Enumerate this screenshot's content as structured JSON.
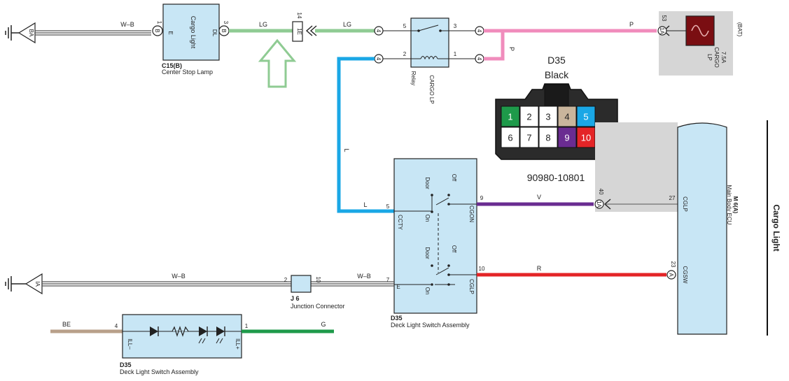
{
  "title": "Cargo Light",
  "colors": {
    "LG": "#8fcb93",
    "L": "#1aa7e6",
    "P": "#f08cbc",
    "V": "#6a2c91",
    "R": "#e42527",
    "G": "#1e9a4a",
    "BE": "#b8a08a",
    "WB": "#555555",
    "component_fill": "#c8e6f5",
    "gray_fill": "#d6d6d6",
    "fuse_fill": "#7a0e12",
    "arrow": "#8fcb93"
  },
  "wires": {
    "lg": "LG",
    "l": "L",
    "p": "P",
    "v": "V",
    "r": "R",
    "g": "G",
    "be": "BE",
    "wb": "W–B"
  },
  "components": {
    "cargo_light": {
      "name": "Cargo Light",
      "id": "C15(B)",
      "desc": "Center Stop Lamp",
      "pin_e": "E",
      "pin_dl": "DL",
      "pin1": "1",
      "pin3": "3",
      "conn": "B"
    },
    "ground_ba": "BA",
    "ground_ia": "IA",
    "connector_14": {
      "num": "14",
      "label": "1E"
    },
    "relay": {
      "name": "CARGO LP",
      "sub": "Relay",
      "pins": [
        "5",
        "3",
        "2",
        "1"
      ]
    },
    "fuse": {
      "rating": "7.5A",
      "name": "CARGO",
      "sub": "LP",
      "bat": "(BAT)",
      "pin": "53",
      "conn": "1A"
    },
    "junction_4": "4",
    "deck_switch": {
      "id": "D35",
      "desc": "Deck Light Switch Assembly",
      "door": "Door",
      "off": "Off",
      "on": "On",
      "cgon": "CGON",
      "cgcty": "CCTY",
      "cglp": "CGLP",
      "e": "E",
      "pins": [
        "5",
        "9",
        "10",
        "7"
      ]
    },
    "junction_j6": {
      "id": "J 6",
      "desc": "Junction Connector",
      "pin2": "2",
      "pin10": "10"
    },
    "ecu": {
      "name": "M 6(A)",
      "desc": "Main Body ECU",
      "cglp": "CGLP",
      "cgsw": "CGSW",
      "pin27": "27",
      "pin23": "23",
      "pin40": "40",
      "conn_a": "A",
      "conn_1a": "1A"
    },
    "deck_illum": {
      "id": "D35",
      "desc": "Deck Light Switch Assembly",
      "ill_minus": "ILL–",
      "ill_plus": "ILL+",
      "pin4": "4",
      "pin1": "1"
    }
  },
  "connector_view": {
    "id": "D35",
    "color": "Black",
    "part": "90980-10801",
    "pins": [
      {
        "n": "1",
        "color": "#1e9a4a"
      },
      {
        "n": "2",
        "color": "#ffffff"
      },
      {
        "n": "3",
        "color": "#ffffff"
      },
      {
        "n": "4",
        "color": "#c9b59c"
      },
      {
        "n": "5",
        "color": "#1aa7e6"
      },
      {
        "n": "6",
        "color": "#ffffff"
      },
      {
        "n": "7",
        "color": "#ffffff"
      },
      {
        "n": "8",
        "color": "#ffffff"
      },
      {
        "n": "9",
        "color": "#6a2c91"
      },
      {
        "n": "10",
        "color": "#e42527"
      }
    ]
  }
}
